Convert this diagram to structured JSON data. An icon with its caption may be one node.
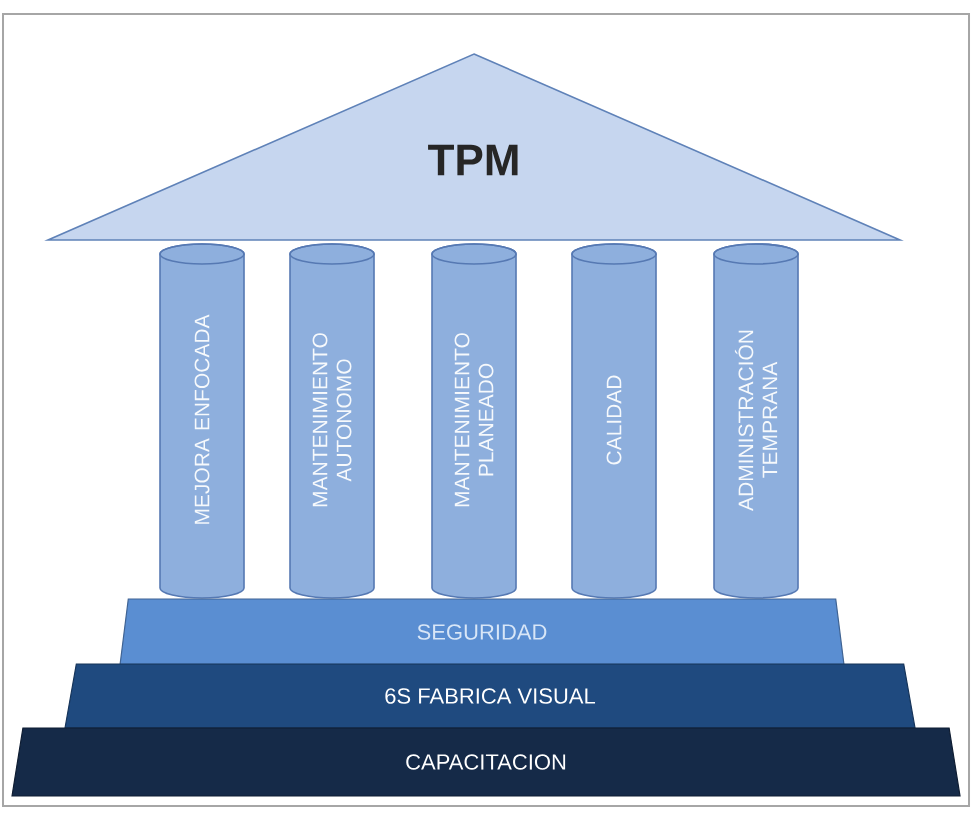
{
  "diagram": {
    "nodes": [
      {
        "text": [
          "TPM"
        ]
      },
      {
        "text": [
          "MEJORA ENFOCADA"
        ]
      },
      {
        "text": [
          "MANTENIMIENTO AUTONOMO"
        ]
      },
      {
        "text": [
          "MANTENIMIENTO PLANEADO"
        ]
      },
      {
        "text": [
          "CALIDAD"
        ]
      },
      {
        "text": [
          "ADMINISTRACIÓN TEMPRANA"
        ]
      },
      {
        "text": [
          "SEGURIDAD"
        ]
      },
      {
        "text": [
          "6S FABRICA VISUAL"
        ]
      },
      {
        "text": [
          "CAPACITACION"
        ]
      }
    ]
  }
}
